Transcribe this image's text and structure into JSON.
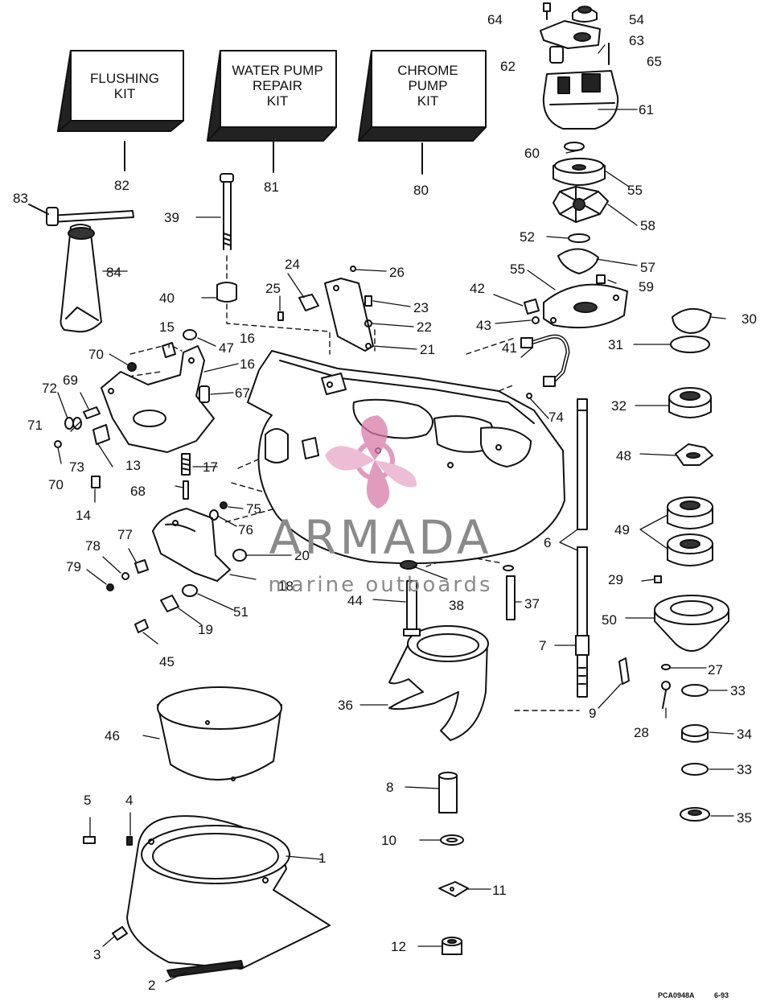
{
  "kits": [
    {
      "id": "82",
      "label": "FLUSHING\nKIT"
    },
    {
      "id": "81",
      "label": "WATER PUMP\nREPAIR\nKIT"
    },
    {
      "id": "80",
      "label": "CHROME\nPUMP\nKIT"
    }
  ],
  "part_labels": [
    "1",
    "2",
    "3",
    "4",
    "5",
    "6",
    "7",
    "8",
    "9",
    "10",
    "11",
    "12",
    "13",
    "14",
    "15",
    "16",
    "16",
    "17",
    "18",
    "19",
    "20",
    "21",
    "22",
    "23",
    "24",
    "25",
    "26",
    "27",
    "28",
    "29",
    "30",
    "31",
    "32",
    "33",
    "33",
    "34",
    "35",
    "36",
    "37",
    "38",
    "39",
    "40",
    "41",
    "42",
    "43",
    "44",
    "45",
    "46",
    "47",
    "48",
    "49",
    "50",
    "51",
    "52",
    "54",
    "55",
    "55",
    "57",
    "58",
    "59",
    "60",
    "61",
    "62",
    "63",
    "64",
    "65",
    "67",
    "68",
    "69",
    "70",
    "70",
    "71",
    "72",
    "73",
    "74",
    "75",
    "76",
    "77",
    "78",
    "79",
    "80",
    "81",
    "82",
    "83",
    "84"
  ],
  "watermark": {
    "brand": "ARMADA",
    "tagline": "marine outboards"
  },
  "footer": {
    "code": "PCA0948A",
    "date": "6-93"
  }
}
